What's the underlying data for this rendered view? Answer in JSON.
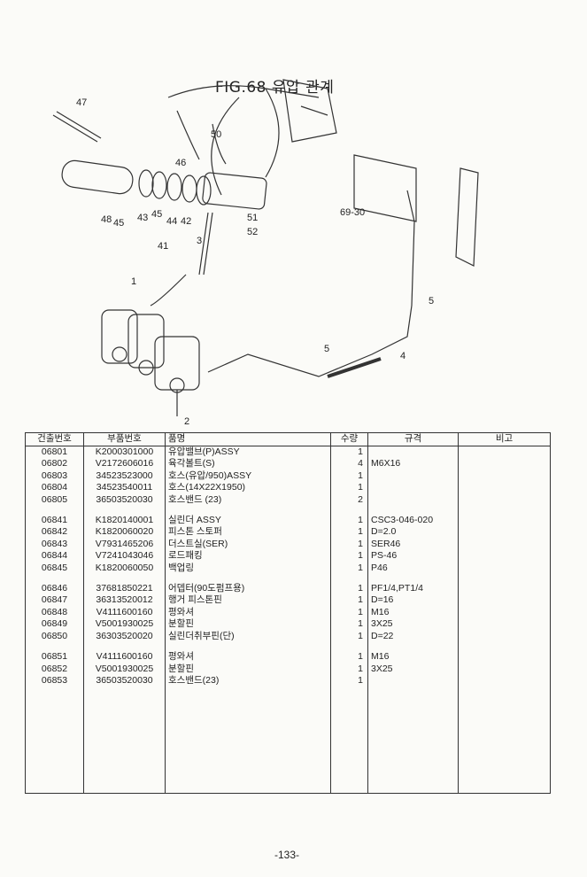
{
  "figure": {
    "title": "FIG.68 유압 관계",
    "callouts": [
      {
        "id": "47",
        "label": "47"
      },
      {
        "id": "50",
        "label": "50"
      },
      {
        "id": "46",
        "label": "46"
      },
      {
        "id": "48",
        "label": "48"
      },
      {
        "id": "45a",
        "label": "45"
      },
      {
        "id": "43",
        "label": "43"
      },
      {
        "id": "45b",
        "label": "45"
      },
      {
        "id": "44",
        "label": "44"
      },
      {
        "id": "42",
        "label": "42"
      },
      {
        "id": "41",
        "label": "41"
      },
      {
        "id": "3",
        "label": "3"
      },
      {
        "id": "51",
        "label": "51"
      },
      {
        "id": "52",
        "label": "52"
      },
      {
        "id": "6930",
        "label": "69-30"
      },
      {
        "id": "1",
        "label": "1"
      },
      {
        "id": "5a",
        "label": "5"
      },
      {
        "id": "5b",
        "label": "5"
      },
      {
        "id": "4",
        "label": "4"
      },
      {
        "id": "2",
        "label": "2"
      }
    ]
  },
  "table": {
    "headers": [
      "건출번호",
      "부품번호",
      "품명",
      "수량",
      "규격",
      "비고"
    ],
    "groups": [
      [
        [
          "06801",
          "K2000301000",
          "유압밸브(P)ASSY",
          "1",
          ""
        ],
        [
          "06802",
          "V2172606016",
          "육각볼트(S)",
          "4",
          "M6X16"
        ],
        [
          "06803",
          "34523523000",
          "호스(유압/950)ASSY",
          "1",
          ""
        ],
        [
          "06804",
          "34523540011",
          "호스(14X22X1950)",
          "1",
          ""
        ],
        [
          "06805",
          "36503520030",
          "호스밴드 (23)",
          "2",
          ""
        ]
      ],
      [
        [
          "06841",
          "K1820140001",
          "실린더  ASSY",
          "1",
          "CSC3-046-020"
        ],
        [
          "06842",
          "K1820060020",
          "피스톤 스토퍼",
          "1",
          "D=2.0"
        ],
        [
          "06843",
          "V7931465206",
          "더스트실(SER)",
          "1",
          "SER46"
        ],
        [
          "06844",
          "V7241043046",
          "로드패킹",
          "1",
          "PS-46"
        ],
        [
          "06845",
          "K1820060050",
          "백업링",
          "1",
          "P46"
        ]
      ],
      [
        [
          "06846",
          "37681850221",
          "어뎁터(90도펌프용)",
          "1",
          "PF1/4,PT1/4"
        ],
        [
          "06847",
          "36313520012",
          "행거 피스톤핀",
          "1",
          "D=16"
        ],
        [
          "06848",
          "V4111600160",
          "평와셔",
          "1",
          "M16"
        ],
        [
          "06849",
          "V5001930025",
          "분할핀",
          "1",
          "3X25"
        ],
        [
          "06850",
          "36303520020",
          "실린더취부핀(단)",
          "1",
          "D=22"
        ]
      ],
      [
        [
          "06851",
          "V4111600160",
          "평와셔",
          "1",
          "M16"
        ],
        [
          "06852",
          "V5001930025",
          "분할핀",
          "1",
          "3X25"
        ],
        [
          "06853",
          "36503520030",
          "호스밴드(23)",
          "1",
          ""
        ]
      ]
    ]
  },
  "page_number": "-133-"
}
